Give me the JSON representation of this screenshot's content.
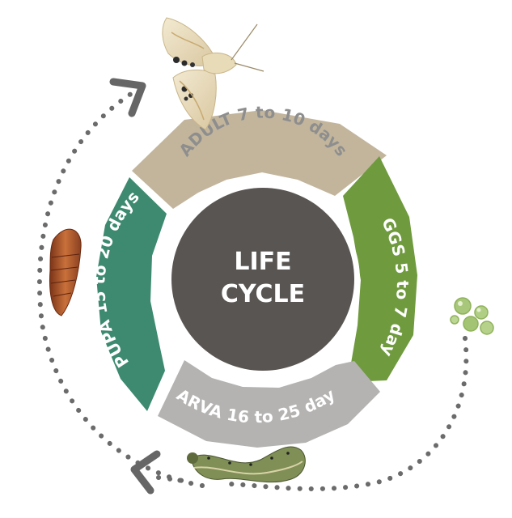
{
  "diagram": {
    "center": {
      "line1": "LIFE",
      "line2": "CYCLE"
    },
    "stages": [
      {
        "id": "adult",
        "label": "ADULT 7 to 10 days"
      },
      {
        "id": "eggs",
        "label": "EGGS 5 to 7 days"
      },
      {
        "id": "larva",
        "label": "LARVA 16 to 25 days"
      },
      {
        "id": "pupa",
        "label": "PUPA 15 to 20 days"
      }
    ],
    "colors": {
      "adult": "#c2b59c",
      "eggs": "#6f9a3e",
      "larva": "#b4b3b2",
      "pupa": "#3d8a70",
      "center": "#595552",
      "arrows": "#666666",
      "adult_text": "#8e8e8e",
      "larva_text": "#ffffff",
      "eggs_text": "#ffffff",
      "pupa_text": "#ffffff",
      "center_text": "#ffffff"
    },
    "illustrations": [
      "moth-icon",
      "egg-cluster-icon",
      "caterpillar-icon",
      "pupa-icon"
    ]
  }
}
